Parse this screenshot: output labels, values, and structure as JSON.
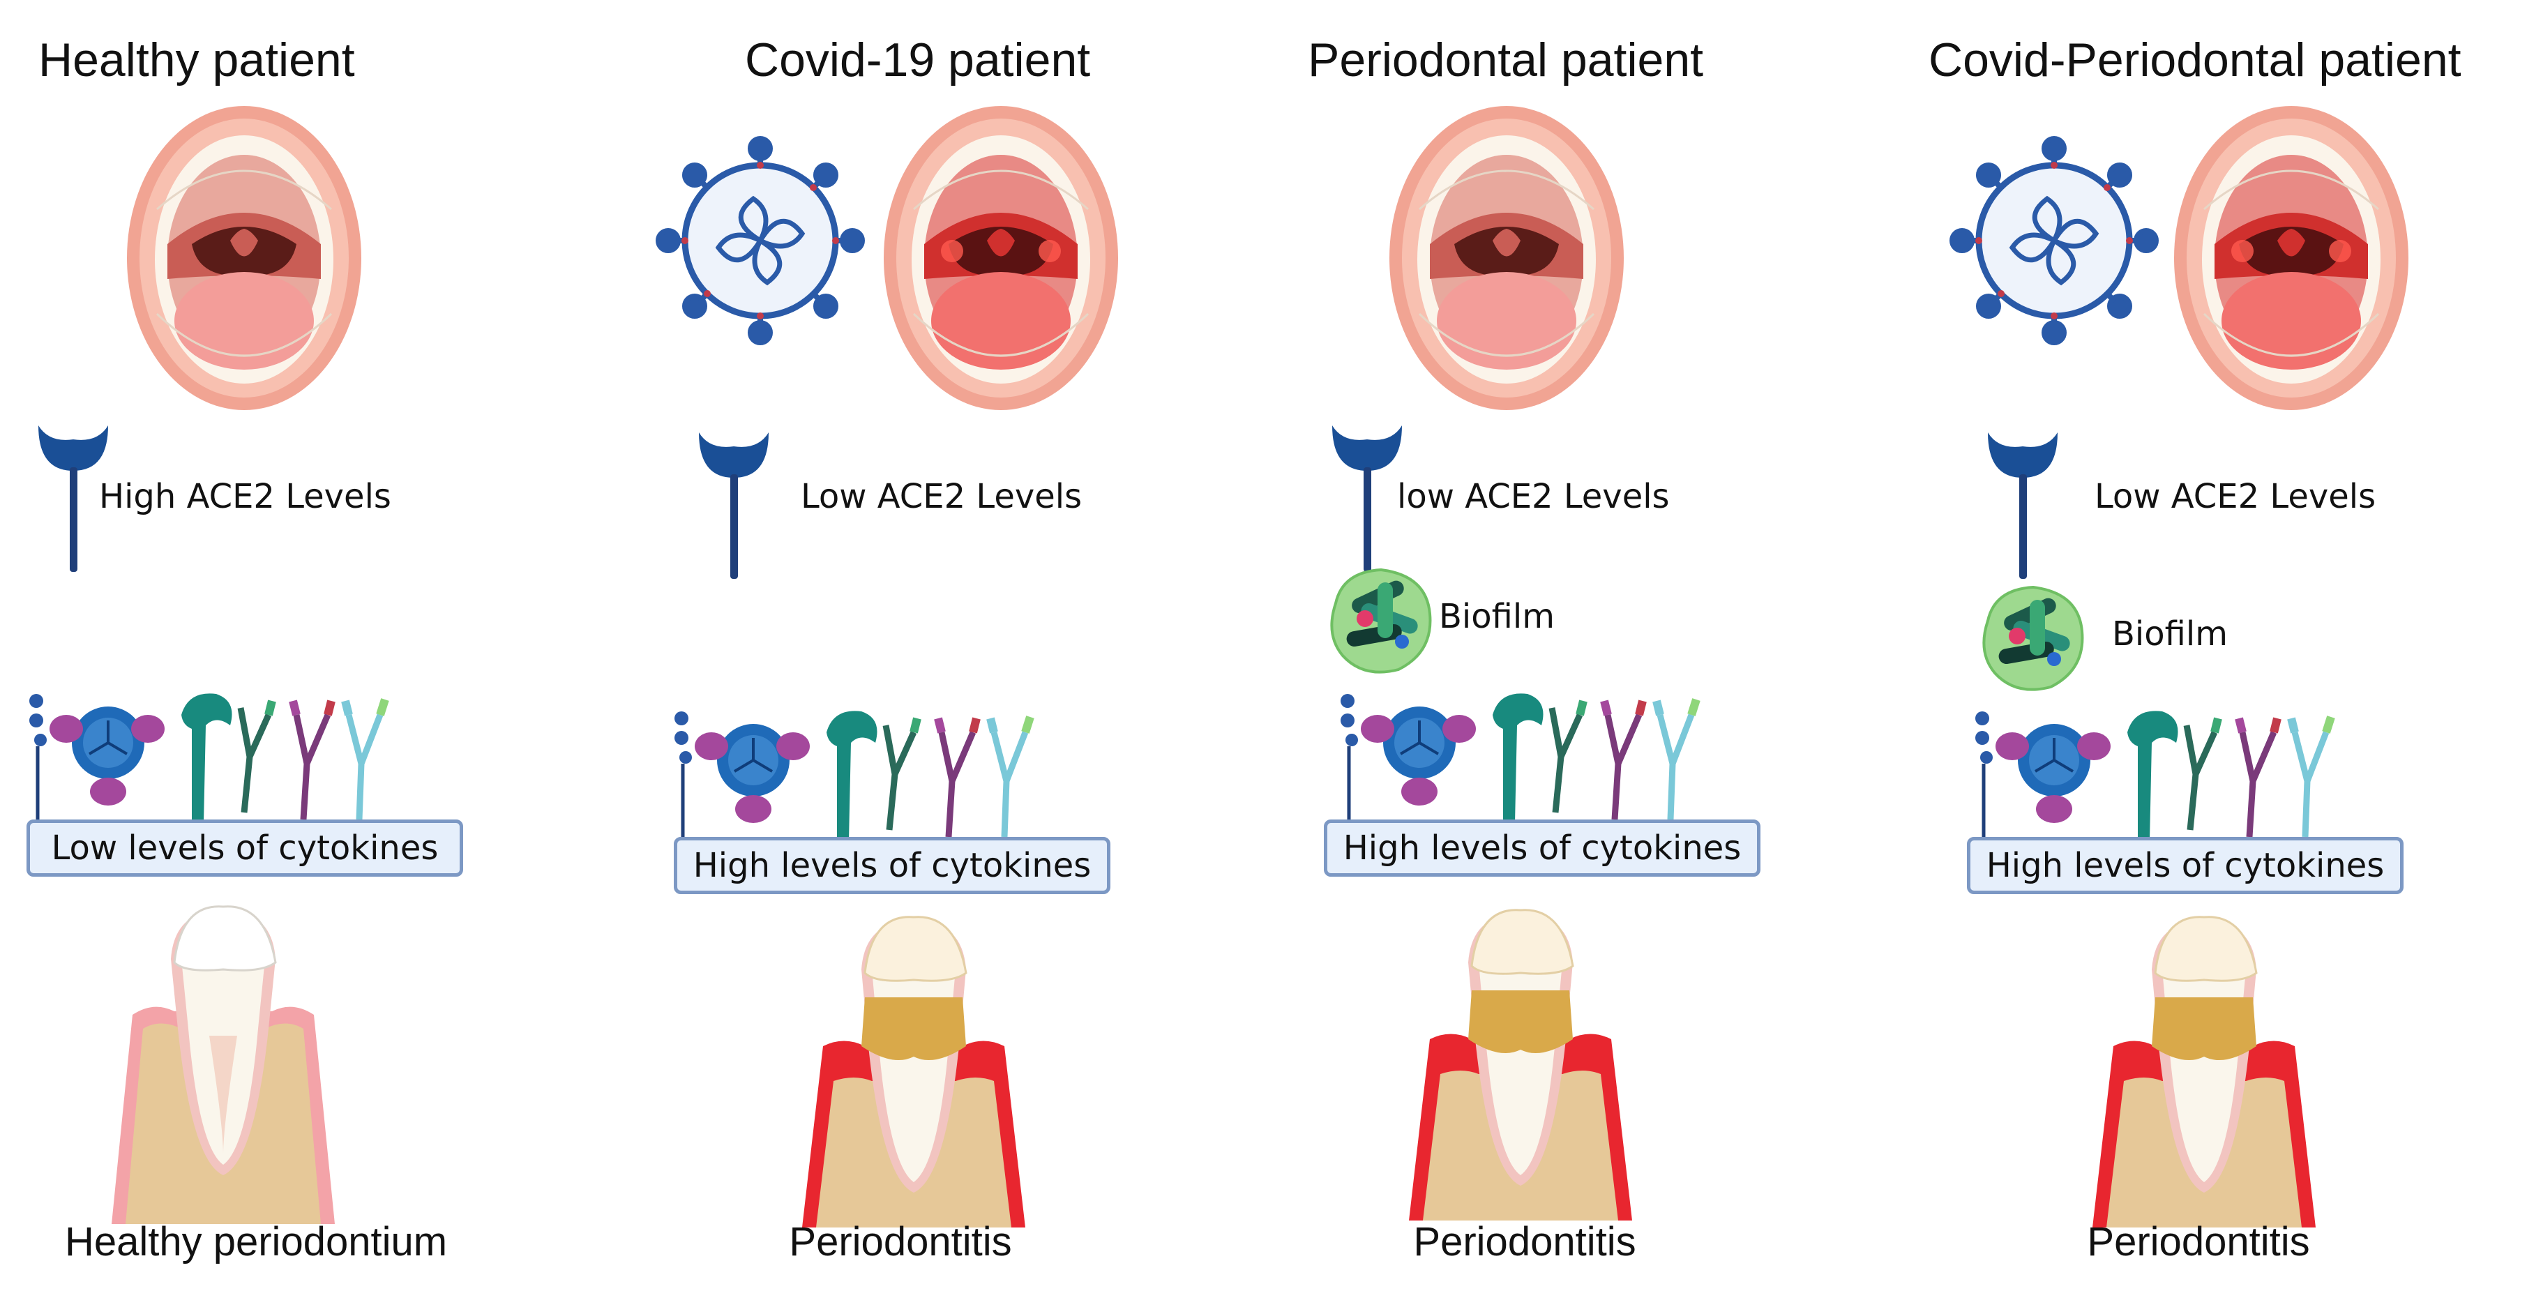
{
  "panels": [
    {
      "title": "Healthy patient",
      "has_virus": false,
      "throat_state": "healthy",
      "ace2_label": "High ACE2 Levels",
      "biofilm_label": null,
      "cytokine_label": "Low levels of cytokines",
      "tooth_state": "healthy",
      "footer": "Healthy periodontium"
    },
    {
      "title": "Covid-19 patient",
      "has_virus": true,
      "throat_state": "inflamed",
      "ace2_label": "Low ACE2 Levels",
      "biofilm_label": null,
      "cytokine_label": "High levels of cytokines",
      "tooth_state": "periodontitis",
      "footer": "Periodontitis"
    },
    {
      "title": "Periodontal patient",
      "has_virus": false,
      "throat_state": "healthy",
      "ace2_label": "low ACE2 Levels",
      "biofilm_label": "Biofilm",
      "cytokine_label": "High levels of cytokines",
      "tooth_state": "periodontitis",
      "footer": "Periodontitis"
    },
    {
      "title": "Covid-Periodontal patient",
      "has_virus": true,
      "throat_state": "inflamed",
      "ace2_label": "Low ACE2 Levels",
      "biofilm_label": "Biofilm",
      "cytokine_label": "High levels of cytokines",
      "tooth_state": "periodontitis",
      "footer": "Periodontitis"
    }
  ],
  "colors": {
    "receptor": "#1f3f7a",
    "virus": "#2a5aa8",
    "gum_healthy": "#f3a3a8",
    "gum_inflamed": "#e8262f",
    "bone": "#e6c898",
    "tooth": "#faf6ec",
    "calculus": "#d9a94a",
    "box_border": "#7c98c4",
    "box_fill": "#e6effb"
  }
}
